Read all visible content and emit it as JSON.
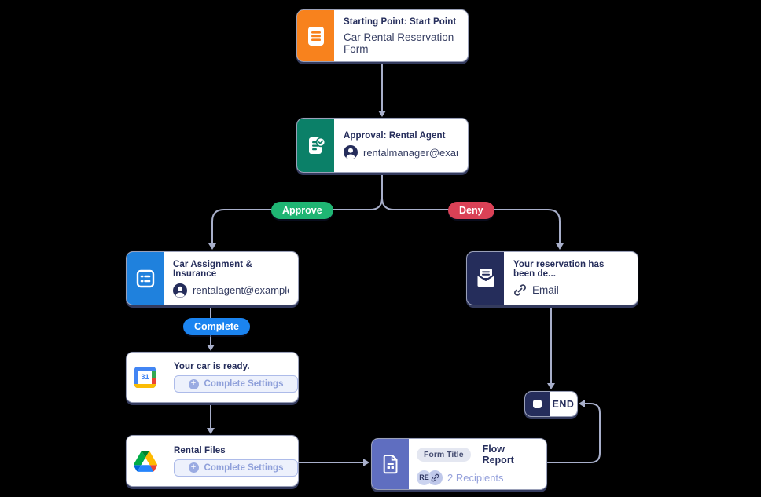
{
  "canvas": {
    "background": "#000000",
    "connector_color": "#A8AFCA"
  },
  "flow": {
    "start": {
      "title": "Starting Point: Start Point",
      "subtitle": "Car Rental Reservation Form",
      "accent": "#F8821D",
      "icon": "form-icon"
    },
    "approval": {
      "title": "Approval: Rental Agent",
      "assignee_email": "rentalmanager@exam...",
      "accent": "#0B8068",
      "icon": "approval-check-icon"
    },
    "branches": {
      "approve": {
        "label": "Approve",
        "color": "#1FB573"
      },
      "deny": {
        "label": "Deny",
        "color": "#DA4156"
      },
      "complete": {
        "label": "Complete",
        "color": "#1B84F0"
      }
    },
    "car_assignment": {
      "title": "Car Assignment & Insurance",
      "assignee_email": "rentalagent@example....",
      "accent": "#1F81DD",
      "icon": "checklist-icon"
    },
    "car_ready": {
      "title": "Your car is ready.",
      "button_label": "Complete Settings",
      "calendar_day": "31",
      "icon": "google-calendar-icon"
    },
    "rental_files": {
      "title": "Rental Files",
      "button_label": "Complete Settings",
      "icon": "google-drive-icon"
    },
    "reservation_denied": {
      "title": "Your reservation has been de...",
      "channel_label": "Email",
      "accent": "#252D5B",
      "icon": "envelope-icon"
    },
    "end": {
      "label": "END",
      "accent": "#252D5B",
      "icon": "stop-icon"
    },
    "flow_report": {
      "badge_label": "Form Title",
      "title": "Flow Report",
      "recipients_badge": "RE",
      "recipients_label": "2 Recipients",
      "accent": "#5F6EC0",
      "icon": "report-document-icon"
    }
  }
}
